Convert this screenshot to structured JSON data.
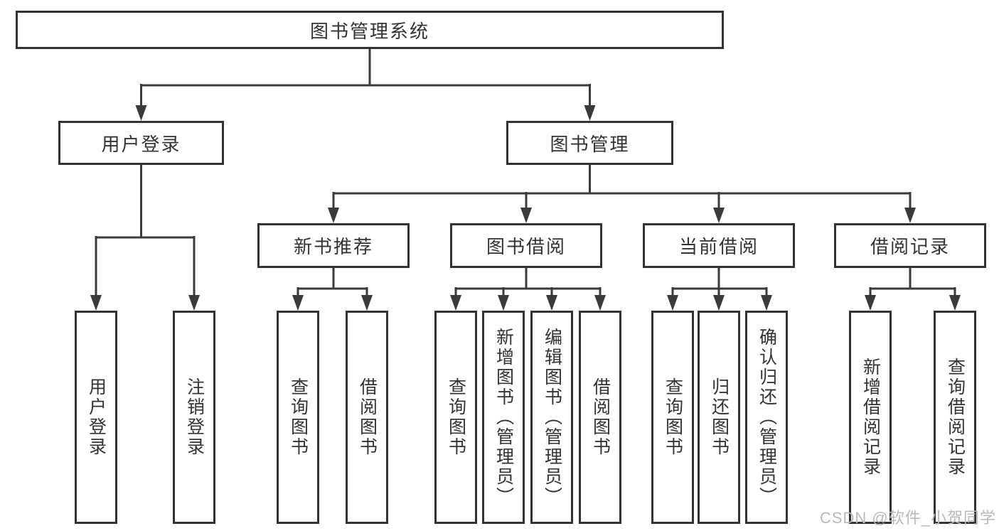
{
  "tree": {
    "root": {
      "label": "图书管理系统"
    },
    "branches": [
      {
        "label": "用户登录",
        "children": [
          {
            "label": "用户登录"
          },
          {
            "label": "注销登录"
          }
        ]
      },
      {
        "label": "图书管理",
        "children": [
          {
            "label": "新书推荐",
            "children": [
              {
                "label": "查询图书"
              },
              {
                "label": "借阅图书"
              }
            ]
          },
          {
            "label": "图书借阅",
            "children": [
              {
                "label": "查询图书"
              },
              {
                "label": "新增图书（管理员）"
              },
              {
                "label": "编辑图书（管理员）"
              },
              {
                "label": "借阅图书"
              }
            ]
          },
          {
            "label": "当前借阅",
            "children": [
              {
                "label": "查询图书"
              },
              {
                "label": "归还图书"
              },
              {
                "label": "确认归还（管理员）"
              }
            ]
          },
          {
            "label": "借阅记录",
            "children": [
              {
                "label": "新增借阅记录"
              },
              {
                "label": "查询借阅记录"
              }
            ]
          }
        ]
      }
    ]
  },
  "watermark": "CSDN @软件_小贺同学",
  "colors": {
    "line": "#3a3a3a",
    "border": "#333333",
    "text": "#333333",
    "watermark": "#b9b9b9"
  }
}
